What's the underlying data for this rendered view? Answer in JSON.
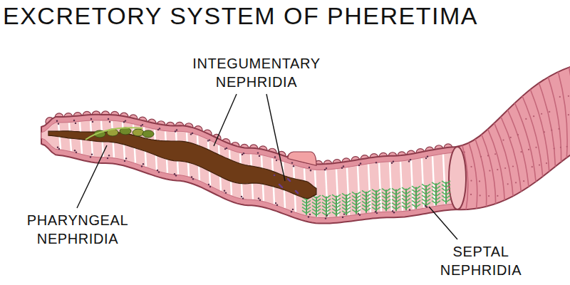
{
  "diagram": {
    "title": "EXCRETORY SYSTEM OF PHERETIMA",
    "labels": [
      "INTEGUMENTARY NEPHRIDIA",
      "PHARYNGEAL NEPHRIDIA",
      "SEPTAL NEPHRIDIA"
    ]
  }
}
